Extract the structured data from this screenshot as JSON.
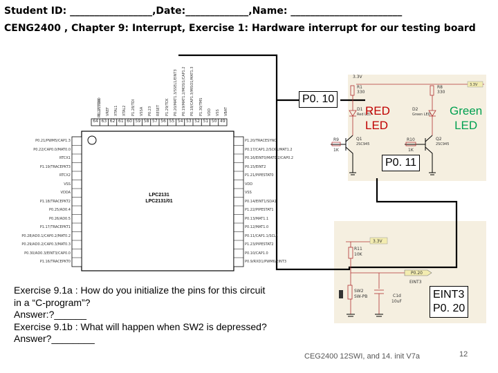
{
  "header": {
    "line1": "Student ID: _________________,Date:_____________,Name: _______________________",
    "line2": "CENG2400 , Chapter 9: Interrupt, Exercise 1: Hardware interrupt for our testing board"
  },
  "labels": {
    "p010": "P0. 10",
    "red_led_l1": "RED",
    "red_led_l2": "LED",
    "green_led_l1": "Green",
    "green_led_l2": "LED",
    "p011": "P0. 11",
    "eint3_l1": "EINT3",
    "eint3_l2": "P0. 20"
  },
  "chip": {
    "name_l1": "LPC2131",
    "name_l2": "LPC2131/01",
    "left_pins": [
      "P0.21/PWM5/CAP1.3",
      "P0.22/CAP0.0/MAT0.0",
      "RTCX1",
      "P1.19/TRACEPKT3",
      "RTCX2",
      "VSS",
      "VDDA",
      "P1.18/TRACEPKT2",
      "P0.25/AD0.4",
      "P0.26/AD0.5",
      "P1.17/TRACEPKT1",
      "P0.28/AD0.1/CAP0.2/MAT0.2",
      "P0.29/AD0.2/CAP0.3/MAT0.3",
      "P0.30/AD0.3/EINT3/CAP0.0",
      "P1.16/TRACEPKT0"
    ],
    "right_pins": [
      "P1.20/TRACESYNC",
      "P0.17/CAP1.2/SCK1/MAT1.2",
      "P0.16/EINT0/MAT0.2/CAP0.2",
      "P0.15/EINT2",
      "P1.21/PIPESTAT0",
      "VDD",
      "VSS",
      "P0.14/EINT1/SDA1",
      "P1.22/PIPESTAT1",
      "P0.13/MAT1.1",
      "P0.12/MAT1.0",
      "P0.11/CAP1.1/SCL1",
      "P1.23/PIPESTAT2",
      "P0.10/CAP1.0",
      "P0.9/RXD1/PWM6/EINT3"
    ],
    "top_pins": [
      "P1.27/TDO",
      "VREF",
      "XTAL1",
      "XTAL2",
      "P1.28/TDI",
      "VSSA",
      "P0.23",
      "RESET",
      "P1.29/TCK",
      "P0.20/MAT1.3/SSEL1/EINT3",
      "P0.19/MAT1.2/MOSI1/CAP1.2",
      "P0.18/CAP1.3/MISO1/MAT1.3",
      "P1.30/TMS",
      "VDD",
      "VSS",
      "VBAT"
    ],
    "top_nums": [
      "64",
      "63",
      "62",
      "61",
      "60",
      "59",
      "58",
      "57",
      "56",
      "55",
      "54",
      "53",
      "52",
      "51",
      "50",
      "49"
    ]
  },
  "led_circuit": {
    "r1": "R1",
    "r1_val": "330",
    "r8": "R8",
    "r8_val": "330",
    "d1": "D1",
    "d1_name": "Red LED",
    "d2": "D2",
    "d2_name": "Green LED",
    "q1": "Q1",
    "q1_part": "2SC945",
    "q2": "Q2",
    "q2_part": "2SC945",
    "r9": "R9",
    "r9_val": "1K",
    "r10": "R10",
    "r10_val": "1K",
    "vcc": "3.3V",
    "vcc_l": "3.3V"
  },
  "switch_circuit": {
    "vcc": "3.3V",
    "r11": "R11",
    "r11_val": "10K",
    "net": "P0.20",
    "net_sub": "EINT3",
    "sw": "SW2",
    "sw_part": "SW-PB",
    "cap": "C1d",
    "cap_val": "10uF"
  },
  "exercise": {
    "l1": "Exercise 9.1a : How do you initialize the pins for this circuit",
    "l2": "in a “C-program”?",
    "l3": "Answer:?______",
    "l4": "Exercise 9.1b : What will happen when SW2 is depressed?",
    "l5": "Answer?________"
  },
  "footer": {
    "text": "CEG2400 12SWI, and 14. init V7a",
    "page": "12"
  },
  "colors": {
    "red_led": "#c00000",
    "green_led": "#00a050",
    "sch_bg": "#f5efe0",
    "net_label": "#f3ecb0"
  }
}
